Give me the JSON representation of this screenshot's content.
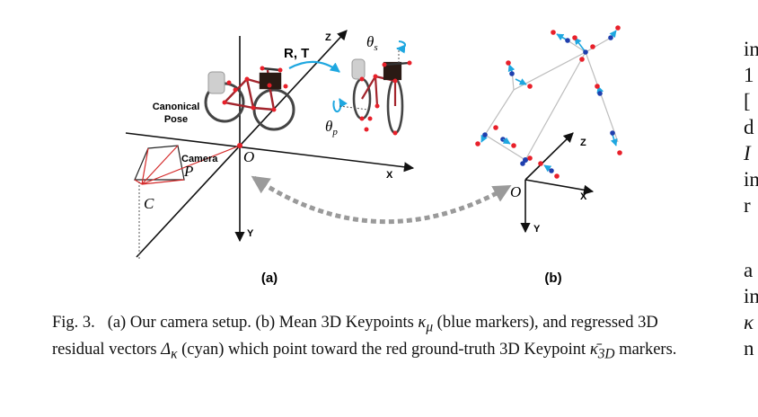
{
  "panel_a": {
    "label": "(a)",
    "canonical_pose": [
      "Canonical",
      "Pose"
    ],
    "camera_label": "Camera",
    "point_p": "P",
    "point_c": "C",
    "origin": "O",
    "axis_x": "X",
    "axis_y": "Y",
    "axis_z": "Z",
    "rt_label": "R, T",
    "theta_s": "θ",
    "theta_s_sub": "s",
    "theta_p": "θ",
    "theta_p_sub": "p"
  },
  "panel_b": {
    "label": "(b)",
    "origin": "O",
    "axis_x": "X",
    "axis_y": "Y",
    "axis_z": "Z"
  },
  "caption": {
    "fig_label": "Fig. 3.",
    "part1": "(a) Our camera setup. (b) Mean 3D Keypoints ",
    "kappa_mu": "κ",
    "kappa_mu_sub": "μ",
    "part2": " (blue markers), and regressed 3D residual vectors ",
    "delta_kappa": "Δ",
    "delta_kappa_sub": "κ",
    "part3": " (cyan) which point toward the red ground-truth 3D Keypoint ",
    "kappa_bar": "κ̄",
    "kappa_bar_sub": "3D",
    "part4": " markers."
  },
  "right_column_fragments": [
    "in",
    "1",
    "[",
    "d",
    "I",
    "in",
    "r",
    "a",
    "in",
    "κ",
    "n"
  ],
  "colors": {
    "keypoint_red": "#e8202a",
    "keypoint_blue": "#1f3fae",
    "residual_cyan": "#1ea7e0",
    "arrow_gray": "#9a9a9a",
    "bike_red": "#a3242c"
  }
}
